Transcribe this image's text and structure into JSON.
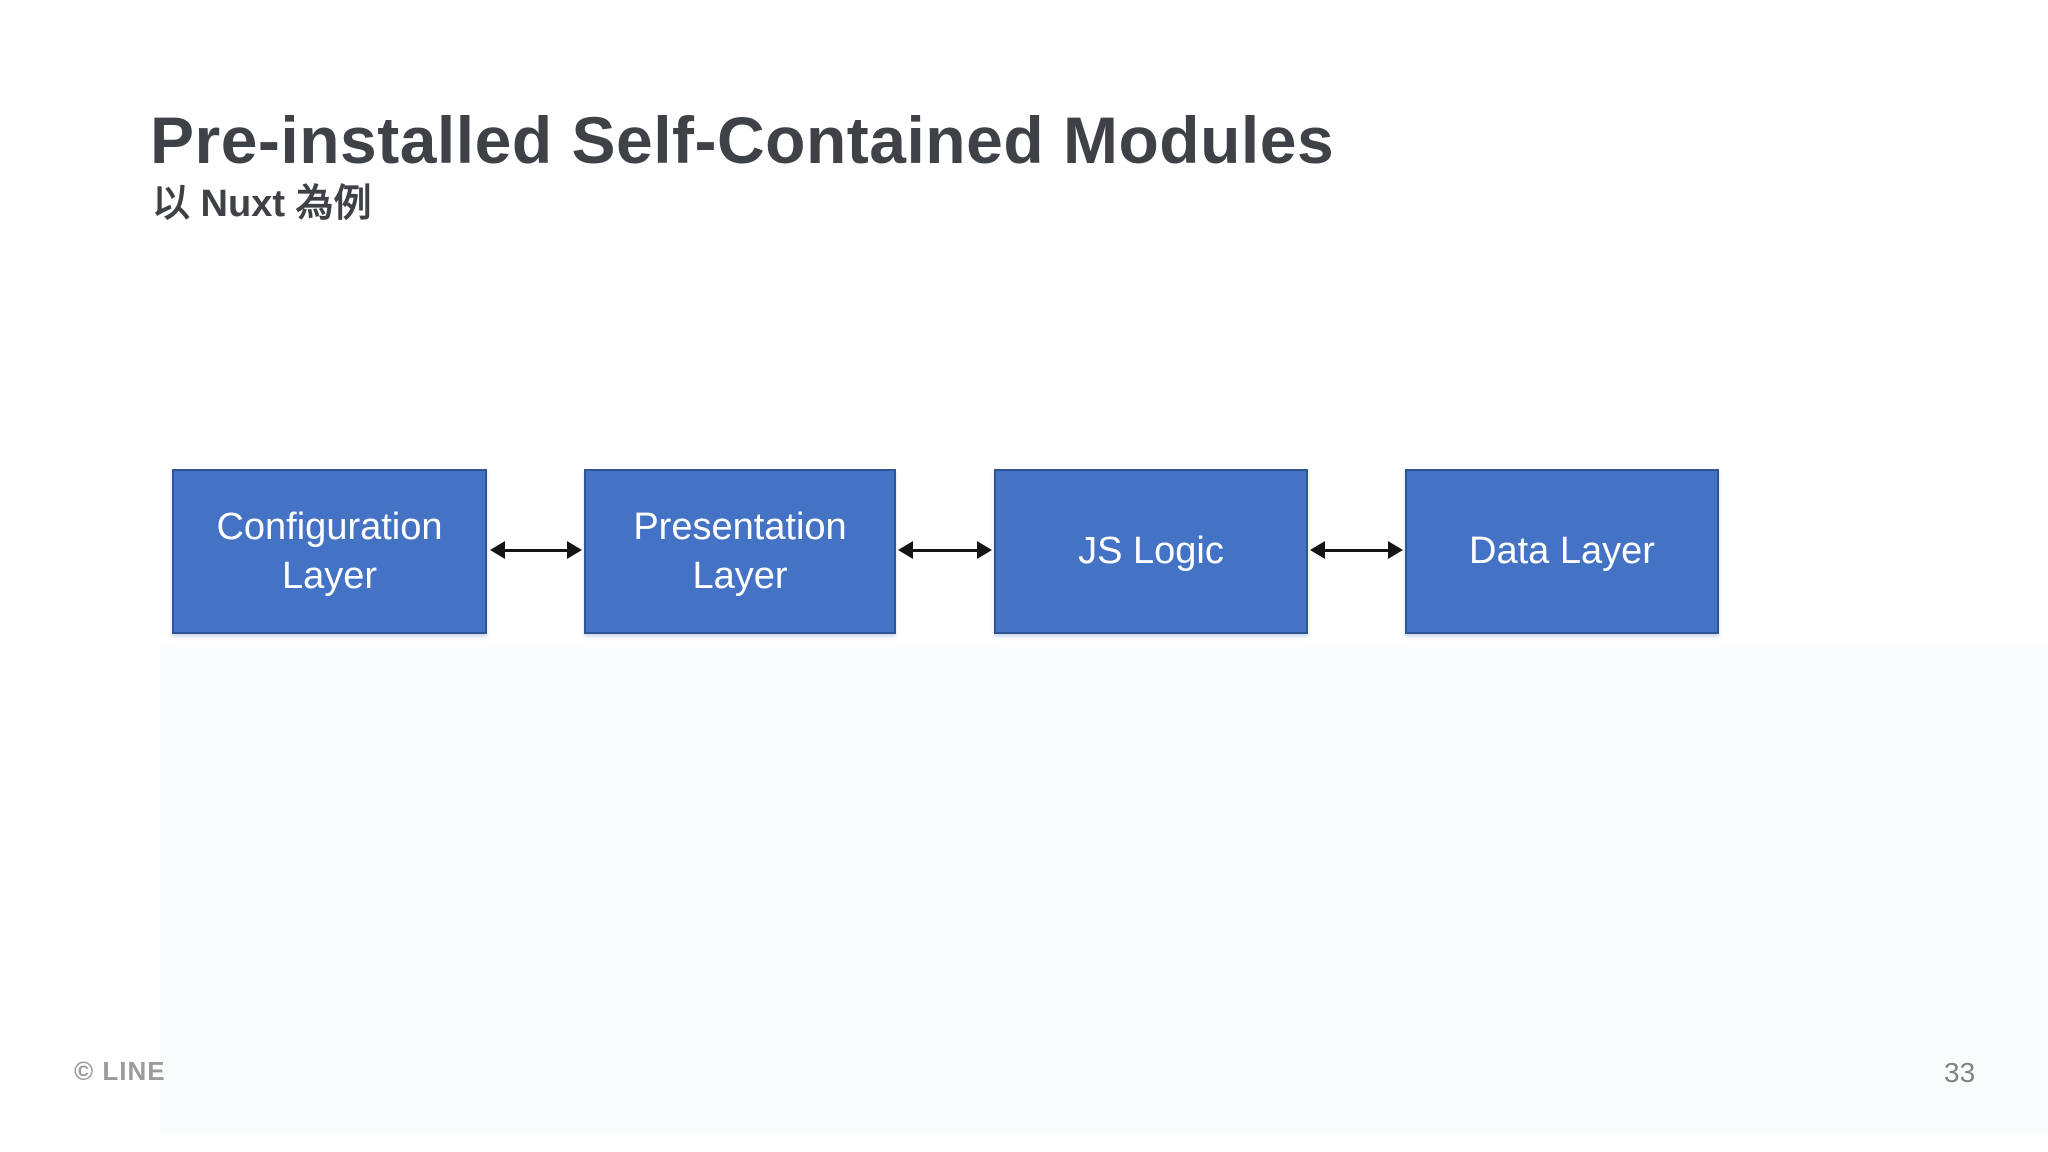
{
  "slide": {
    "title": "Pre-installed Self-Contained Modules",
    "subtitle": "以 Nuxt 為例",
    "footer_logo": "© LINE",
    "page_number": "33"
  },
  "diagram": {
    "type": "horizontal-flow",
    "nodes": [
      {
        "id": "configuration-layer",
        "label": "Configuration Layer"
      },
      {
        "id": "presentation-layer",
        "label": "Presentation Layer"
      },
      {
        "id": "js-logic",
        "label": "JS Logic"
      },
      {
        "id": "data-layer",
        "label": "Data Layer"
      }
    ],
    "connections": [
      {
        "from": "configuration-layer",
        "to": "presentation-layer",
        "bidirectional": true
      },
      {
        "from": "presentation-layer",
        "to": "js-logic",
        "bidirectional": true
      },
      {
        "from": "js-logic",
        "to": "data-layer",
        "bidirectional": true
      }
    ],
    "colors": {
      "node_fill": "#4472c4",
      "node_border": "#2f5597",
      "node_text": "#ffffff",
      "arrow": "#141414",
      "title_text": "#3e4145",
      "footer_text": "#9c9c9c"
    }
  }
}
